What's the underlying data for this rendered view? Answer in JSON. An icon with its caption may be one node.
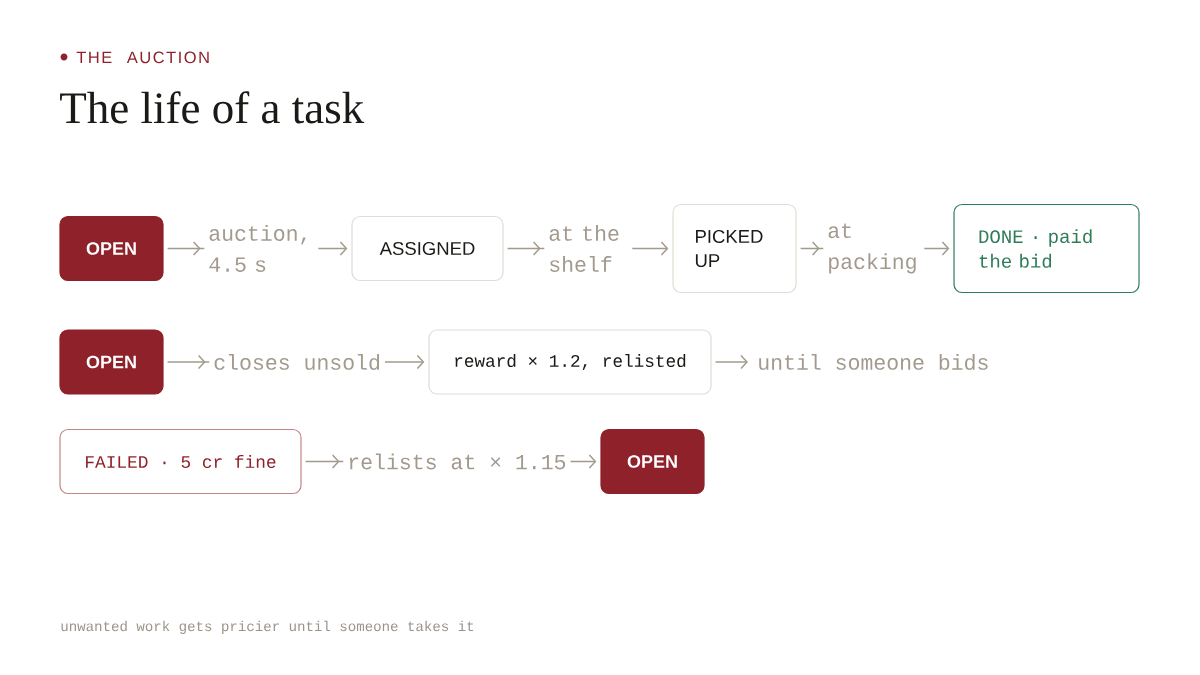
{
  "diagram": {
    "title": "The life of a task",
    "caption": "unwanted work gets pricier until someone takes it",
    "nodes": [
      {
        "text": [
          "OPEN"
        ]
      },
      {
        "text": [
          "ASSIGNED"
        ]
      },
      {
        "text": [
          "PICKED UP"
        ]
      },
      {
        "text": [
          "DONE · paid the bid"
        ]
      },
      {
        "text": [
          "OPEN"
        ]
      },
      {
        "text": [
          "reward × 1.2, relisted"
        ]
      },
      {
        "text": [
          "until someone bids"
        ]
      },
      {
        "text": [
          "FAILED · 5 cr fine"
        ]
      },
      {
        "text": [
          "OPEN"
        ]
      }
    ],
    "edges": [
      {
        "from": 0,
        "to": 1,
        "arrow": "to",
        "label": "auction, 4.5 s"
      },
      {
        "from": 1,
        "to": 2,
        "arrow": "to",
        "label": "at the shelf"
      },
      {
        "from": 2,
        "to": 3,
        "arrow": "to",
        "label": "at packing"
      },
      {
        "from": 4,
        "to": 5,
        "arrow": "to",
        "label": "closes unsold"
      },
      {
        "from": 5,
        "to": 6,
        "arrow": "to"
      },
      {
        "from": 7,
        "to": 8,
        "arrow": "to",
        "label": "relists at × 1.15"
      }
    ],
    "labels": [
      "THE AUCTION"
    ]
  }
}
